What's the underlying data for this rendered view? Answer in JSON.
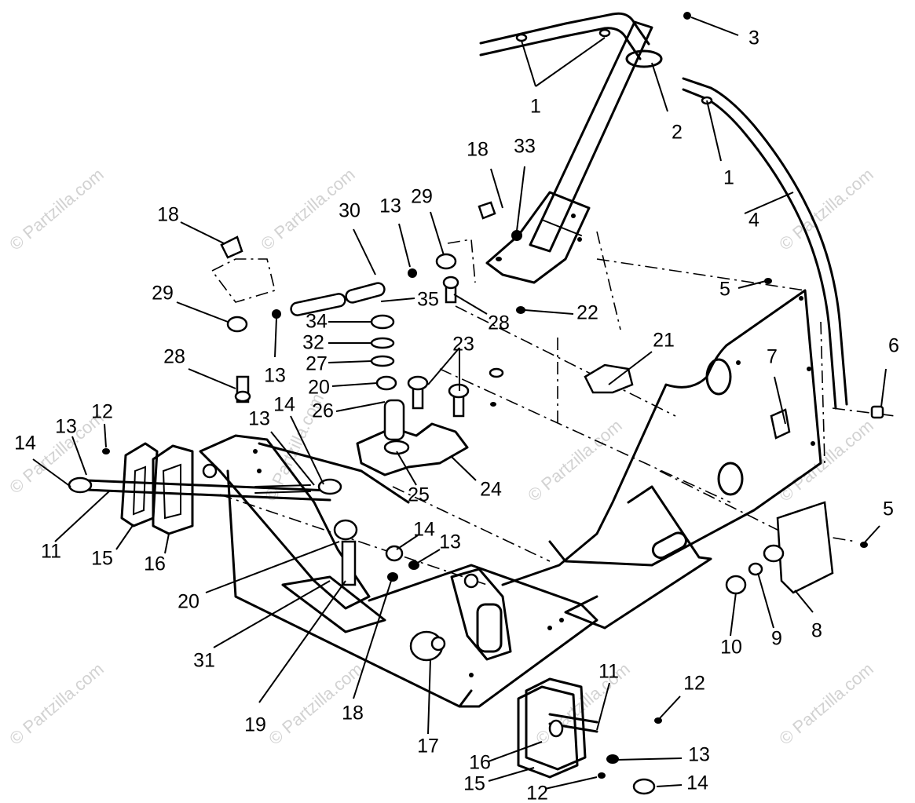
{
  "watermark": "© Partzilla.com",
  "callouts": [
    "1",
    "2",
    "3",
    "1",
    "4",
    "5",
    "6",
    "7",
    "18",
    "33",
    "30",
    "13",
    "29",
    "18",
    "29",
    "13",
    "35",
    "28",
    "22",
    "21",
    "34",
    "32",
    "27",
    "23",
    "20",
    "26",
    "28",
    "13",
    "14",
    "12",
    "13",
    "14",
    "11",
    "15",
    "16",
    "25",
    "24",
    "5",
    "20",
    "14",
    "13",
    "31",
    "19",
    "18",
    "10",
    "9",
    "8",
    "17",
    "11",
    "12",
    "16",
    "13",
    "15",
    "12",
    "14"
  ]
}
